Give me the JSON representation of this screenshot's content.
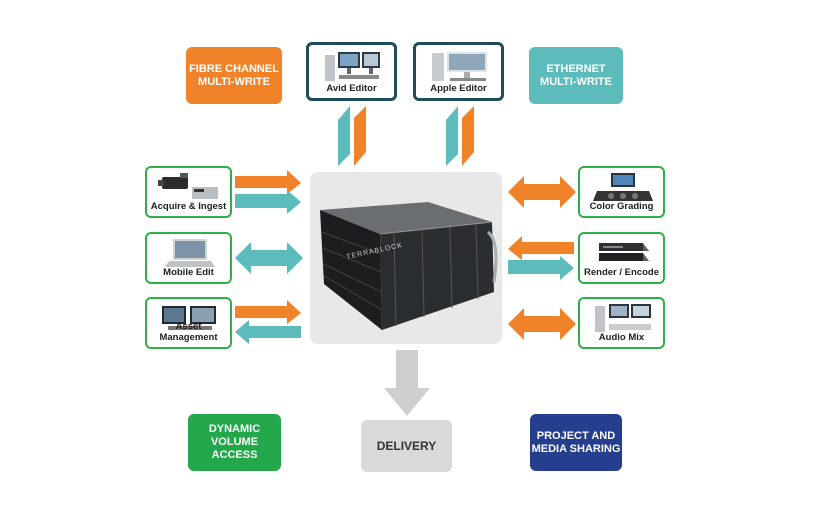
{
  "badges": {
    "fibre": "FIBRE CHANNEL\nMULTI-WRITE",
    "ethernet": "ETHERNET\nMULTI-WRITE",
    "dynamic": "DYNAMIC\nVOLUME ACCESS",
    "delivery": "DELIVERY",
    "project": "PROJECT AND\nMEDIA SHARING"
  },
  "nodes": {
    "avid": "Avid Editor",
    "apple": "Apple Editor",
    "acquire": "Acquire & Ingest",
    "mobile": "Mobile Edit",
    "asset": "Asset Management",
    "color": "Color Grading",
    "render": "Render / Encode",
    "audio": "Audio Mix"
  },
  "server": {
    "brand": "TERRABLOCK"
  },
  "colors": {
    "orange": "#f0822a",
    "teal": "#5bbcbb",
    "green": "#22a84a",
    "navy": "#253e8e",
    "gray": "#d9d9d9",
    "node_border": "#2fb046"
  }
}
